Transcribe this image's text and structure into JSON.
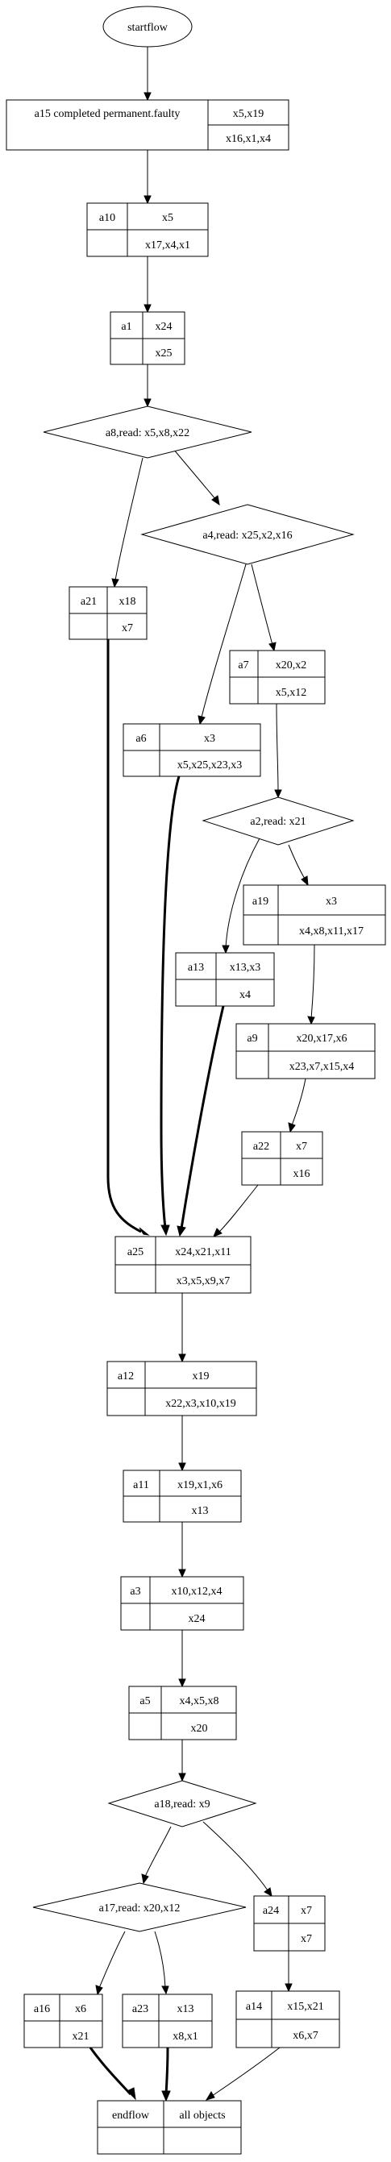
{
  "nodes": {
    "start": {
      "label": "startflow"
    },
    "a15": {
      "name": "a15 completed permanent.faulty",
      "top": "x5,x19",
      "bottom": "x16,x1,x4"
    },
    "a10": {
      "name": "a10",
      "top": "x5",
      "bottom": "x17,x4,x1"
    },
    "a1": {
      "name": "a1",
      "top": "x24",
      "bottom": "x25"
    },
    "d_a8": {
      "label": "a8,read: x5,x8,x22"
    },
    "d_a4": {
      "label": "a4,read: x25,x2,x16"
    },
    "a21": {
      "name": "a21",
      "top": "x18",
      "bottom": "x7"
    },
    "a7": {
      "name": "a7",
      "top": "x20,x2",
      "bottom": "x5,x12"
    },
    "a6": {
      "name": "a6",
      "top": "x3",
      "bottom": "x5,x25,x23,x3"
    },
    "d_a2": {
      "label": "a2,read: x21"
    },
    "a19": {
      "name": "a19",
      "top": "x3",
      "bottom": "x4,x8,x11,x17"
    },
    "a13": {
      "name": "a13",
      "top": "x13,x3",
      "bottom": "x4"
    },
    "a9": {
      "name": "a9",
      "top": "x20,x17,x6",
      "bottom": "x23,x7,x15,x4"
    },
    "a22": {
      "name": "a22",
      "top": "x7",
      "bottom": "x16"
    },
    "a25": {
      "name": "a25",
      "top": "x24,x21,x11",
      "bottom": "x3,x5,x9,x7"
    },
    "a12": {
      "name": "a12",
      "top": "x19",
      "bottom": "x22,x3,x10,x19"
    },
    "a11": {
      "name": "a11",
      "top": "x19,x1,x6",
      "bottom": "x13"
    },
    "a3": {
      "name": "a3",
      "top": "x10,x12,x4",
      "bottom": "x24"
    },
    "a5": {
      "name": "a5",
      "top": "x4,x5,x8",
      "bottom": "x20"
    },
    "d_a18": {
      "label": "a18,read: x9"
    },
    "d_a17": {
      "label": "a17,read: x20,x12"
    },
    "a24": {
      "name": "a24",
      "top": "x7",
      "bottom": "x7"
    },
    "a16": {
      "name": "a16",
      "top": "x6",
      "bottom": "x21"
    },
    "a23": {
      "name": "a23",
      "top": "x13",
      "bottom": "x8,x1"
    },
    "a14": {
      "name": "a14",
      "top": "x15,x21",
      "bottom": "x6,x7"
    },
    "end": {
      "name": "endflow",
      "top": "all objects",
      "bottom": ""
    }
  }
}
